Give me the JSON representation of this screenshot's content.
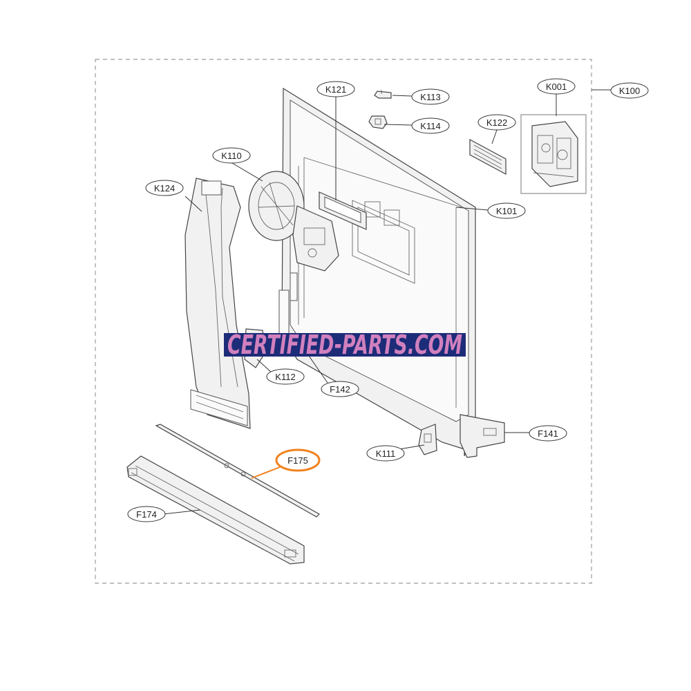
{
  "diagram": {
    "callouts": {
      "K001": "K001",
      "K100": "K100",
      "K101": "K101",
      "K110": "K110",
      "K111": "K111",
      "K112": "K112",
      "K113": "K113",
      "K114": "K114",
      "K121": "K121",
      "K122": "K122",
      "K124": "K124",
      "F141": "F141",
      "F142": "F142",
      "F174": "F174",
      "F175": "F175"
    },
    "highlight_callout": "F175",
    "highlight_color": "#f0821e",
    "frame_color": "#aaaaaa"
  },
  "watermark": {
    "text": "CERTIFIED-PARTS.COM",
    "band_color": "#1d2c78",
    "text_color": "#e58ac6"
  }
}
